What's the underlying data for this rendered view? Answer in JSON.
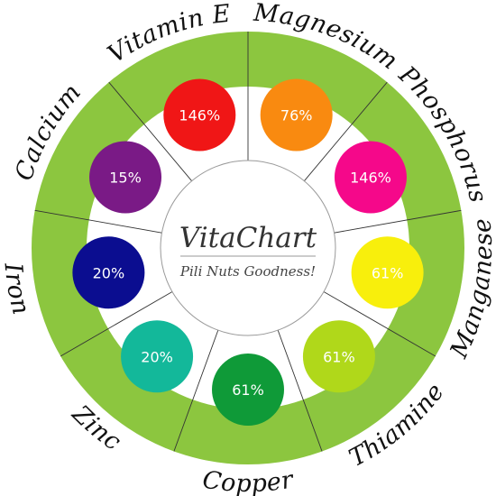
{
  "chart_data": {
    "type": "pie",
    "title": "VitaChart",
    "subtitle": "Pili Nuts Goodness!",
    "categories": [
      "Magnesium",
      "Phosphorus",
      "Manganese",
      "Thiamine",
      "Copper",
      "Zinc",
      "Iron",
      "Calcium",
      "Vitamin E"
    ],
    "value_labels": [
      "76%",
      "146%",
      "61%",
      "61%",
      "61%",
      "20%",
      "20%",
      "15%",
      "146%"
    ],
    "values": [
      76,
      146,
      61,
      61,
      61,
      20,
      20,
      15,
      146
    ],
    "colors": [
      "#f98a10",
      "#f5088a",
      "#f8ef0c",
      "#b0d81a",
      "#0f9a38",
      "#13b89a",
      "#0b0d90",
      "#7a1a86",
      "#f01616"
    ],
    "ring_color": "#8cc63f"
  }
}
